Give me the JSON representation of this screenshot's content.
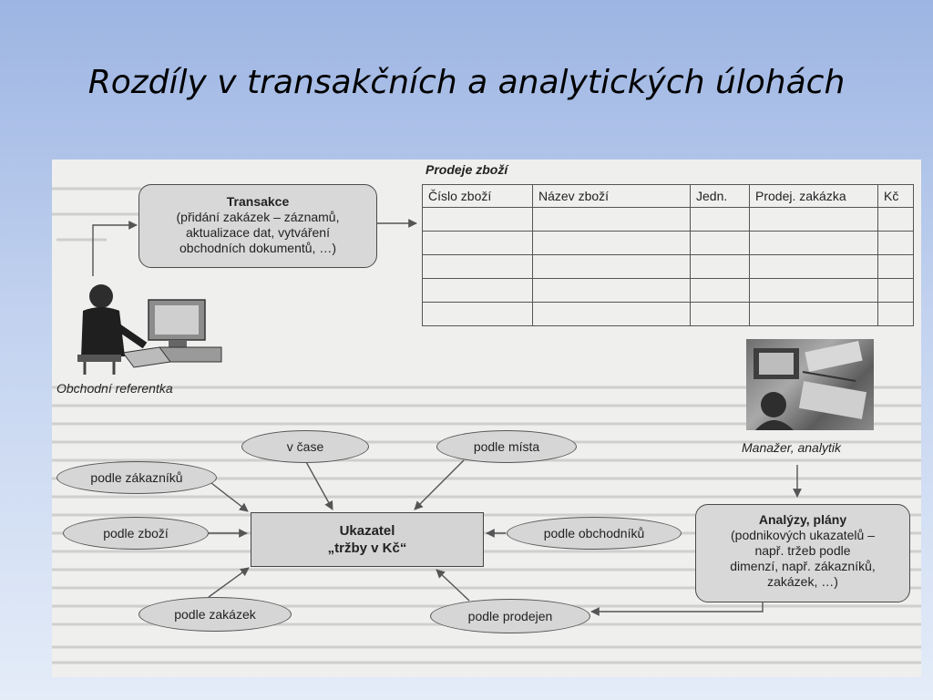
{
  "slide": {
    "title": "Rozdíly v transakčních a analytických úlohách"
  },
  "transaction": {
    "heading": "Transakce",
    "lines": [
      "(přidání zakázek – záznamů,",
      "aktualizace dat, vytváření",
      "obchodních dokumentů, …)"
    ]
  },
  "clerk": {
    "caption": "Obchodní referentka"
  },
  "sales_table": {
    "title": "Prodeje zboží",
    "columns": [
      "Číslo zboží",
      "Název zboží",
      "Jedn.",
      "Prodej. zakázka",
      "Kč"
    ],
    "empty_rows": 5
  },
  "manager": {
    "caption": "Manažer, analytik"
  },
  "analysis": {
    "heading": "Analýzy, plány",
    "lines": [
      "(podnikových ukazatelů –",
      "např. tržeb podle",
      "dimenzí, např. zákazníků,",
      "zakázek, …)"
    ]
  },
  "indicator": {
    "line1": "Ukazatel",
    "line2": "„tržby v Kč“"
  },
  "dimensions": {
    "v_case": "v čase",
    "podle_mista": "podle místa",
    "podle_zakazniku": "podle zákazníků",
    "podle_zbozi": "podle zboží",
    "podle_obchodniku": "podle obchodníků",
    "podle_zakazek": "podle zakázek",
    "podle_prodejen": "podle prodejen"
  }
}
